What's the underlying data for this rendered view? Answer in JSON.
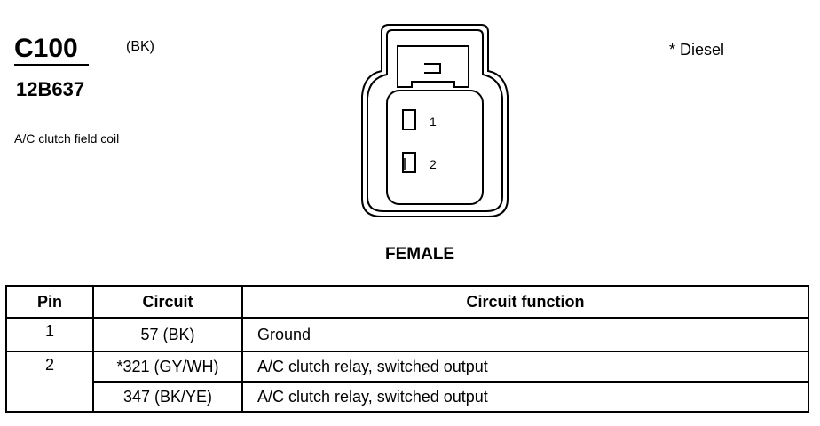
{
  "connector": {
    "id": "C100",
    "color": "(BK)",
    "part_number": "12B637",
    "description": "A/C clutch field coil",
    "note": "* Diesel",
    "gender": "FEMALE",
    "pins": [
      "1",
      "2"
    ]
  },
  "table": {
    "headers": [
      "Pin",
      "Circuit",
      "Circuit function"
    ],
    "rows": [
      {
        "pin": "1",
        "circuit": "57 (BK)",
        "function": "Ground"
      },
      {
        "pin": "2",
        "circuit": "*321 (GY/WH)",
        "function": "A/C clutch relay, switched output"
      },
      {
        "pin": "",
        "circuit": "347 (BK/YE)",
        "function": "A/C clutch relay, switched output"
      }
    ]
  }
}
